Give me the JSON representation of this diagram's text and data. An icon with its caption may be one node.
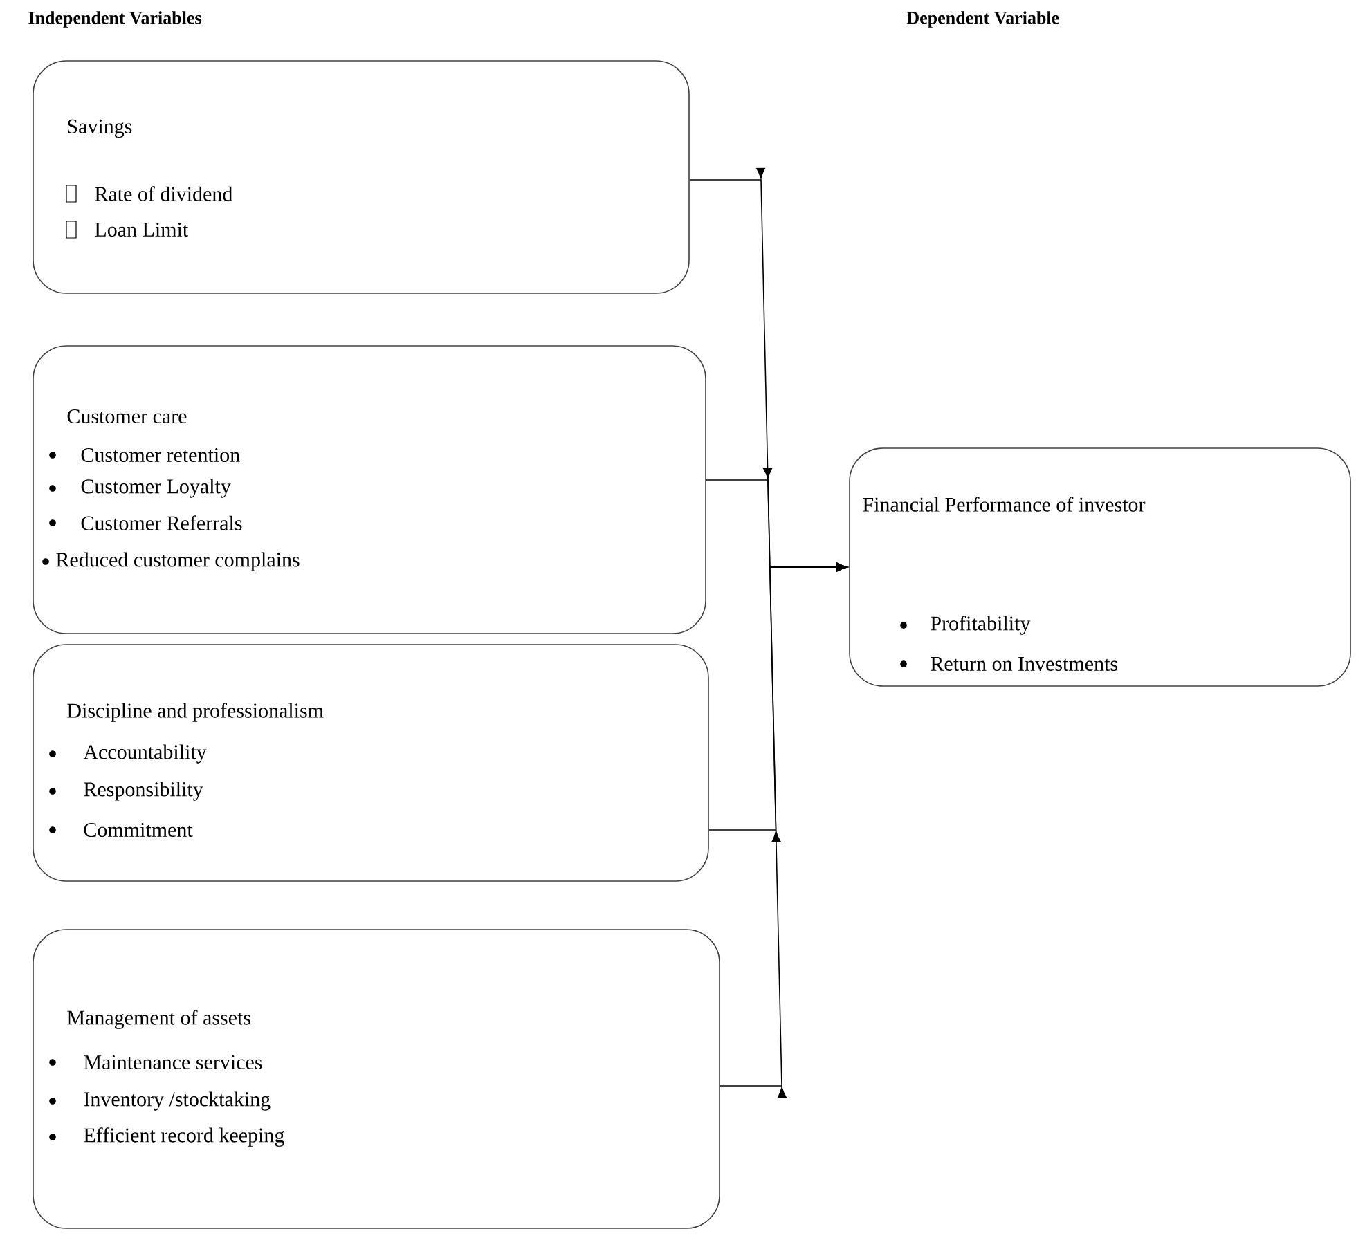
{
  "diagram": {
    "nodes": [
      {
        "text": [
          "Savings",
          "Rate of dividend",
          "Loan Limit"
        ]
      },
      {
        "text": [
          "Customer care",
          "Customer retention",
          "Customer Loyalty",
          "Customer Referrals",
          "Reduced customer complains"
        ]
      },
      {
        "text": [
          "Discipline and professionalism",
          "Accountability",
          "Responsibility",
          "Commitment"
        ]
      },
      {
        "text": [
          "Management of assets",
          "Maintenance services",
          "Inventory /stocktaking",
          "Efficient record keeping"
        ]
      },
      {
        "text": [
          "Financial Performance of investor",
          "Profitability",
          "Return on Investments"
        ]
      }
    ],
    "edges": [
      {
        "from": 0,
        "to": 4,
        "arrow": "to"
      },
      {
        "from": 1,
        "to": 4,
        "arrow": "to"
      },
      {
        "from": 2,
        "to": 4,
        "arrow": "to"
      },
      {
        "from": 3,
        "to": 4,
        "arrow": "to"
      }
    ],
    "labels": [
      "Independent Variables",
      "Dependent Variable"
    ]
  }
}
